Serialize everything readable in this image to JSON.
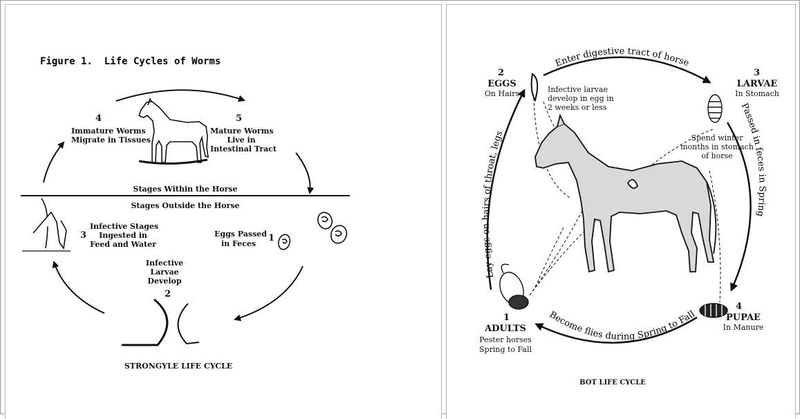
{
  "strongyle": {
    "figure_title": "Figure 1.  Life Cycles of Worms",
    "caption": "STRONGYLE LIFE CYCLE",
    "stages_within": "Stages Within the Horse",
    "stages_outside": "Stages Outside the Horse",
    "stage4": {
      "num": "4",
      "line1": "Immature Worms",
      "line2": "Migrate in Tissues"
    },
    "stage5": {
      "num": "5",
      "line1": "Mature Worms",
      "line2": "Live in",
      "line3": "Intestinal Tract"
    },
    "stage1": {
      "num": "1",
      "line1": "Eggs Passed",
      "line2": "in Feces"
    },
    "stage2": {
      "num": "2",
      "line1": "Infective",
      "line2": "Larvae",
      "line3": "Develop"
    },
    "stage3": {
      "num": "3",
      "line1": "Infective Stages",
      "line2": "Ingested in",
      "line3": "Feed and Water"
    }
  },
  "bot": {
    "caption": "BOT LIFE CYCLE",
    "arc_top": "Enter digestive tract of horse",
    "arc_right": "Passed in feces in Spring",
    "arc_bottom": "Become flies during Spring to Fall",
    "arc_left": "Lay eggs on hairs of throat, legs",
    "eggs": {
      "num": "2",
      "title": "EGGS",
      "sub": "On Hairs"
    },
    "larvae": {
      "num": "3",
      "title": "LARVAE",
      "sub": "In Stomach"
    },
    "pupae": {
      "num": "4",
      "title": "PUPAE",
      "sub": "In Manure"
    },
    "adults": {
      "num": "1",
      "title": "ADULTS",
      "sub1": "Pester horses",
      "sub2": "Spring to Fall"
    },
    "note_eggs": {
      "line1": "Infective larvae",
      "line2": "develop in egg in",
      "line3": "2 weeks or less"
    },
    "note_larvae": {
      "line1": "Spend winter",
      "line2": "months in stomach",
      "line3": "of horse"
    }
  }
}
